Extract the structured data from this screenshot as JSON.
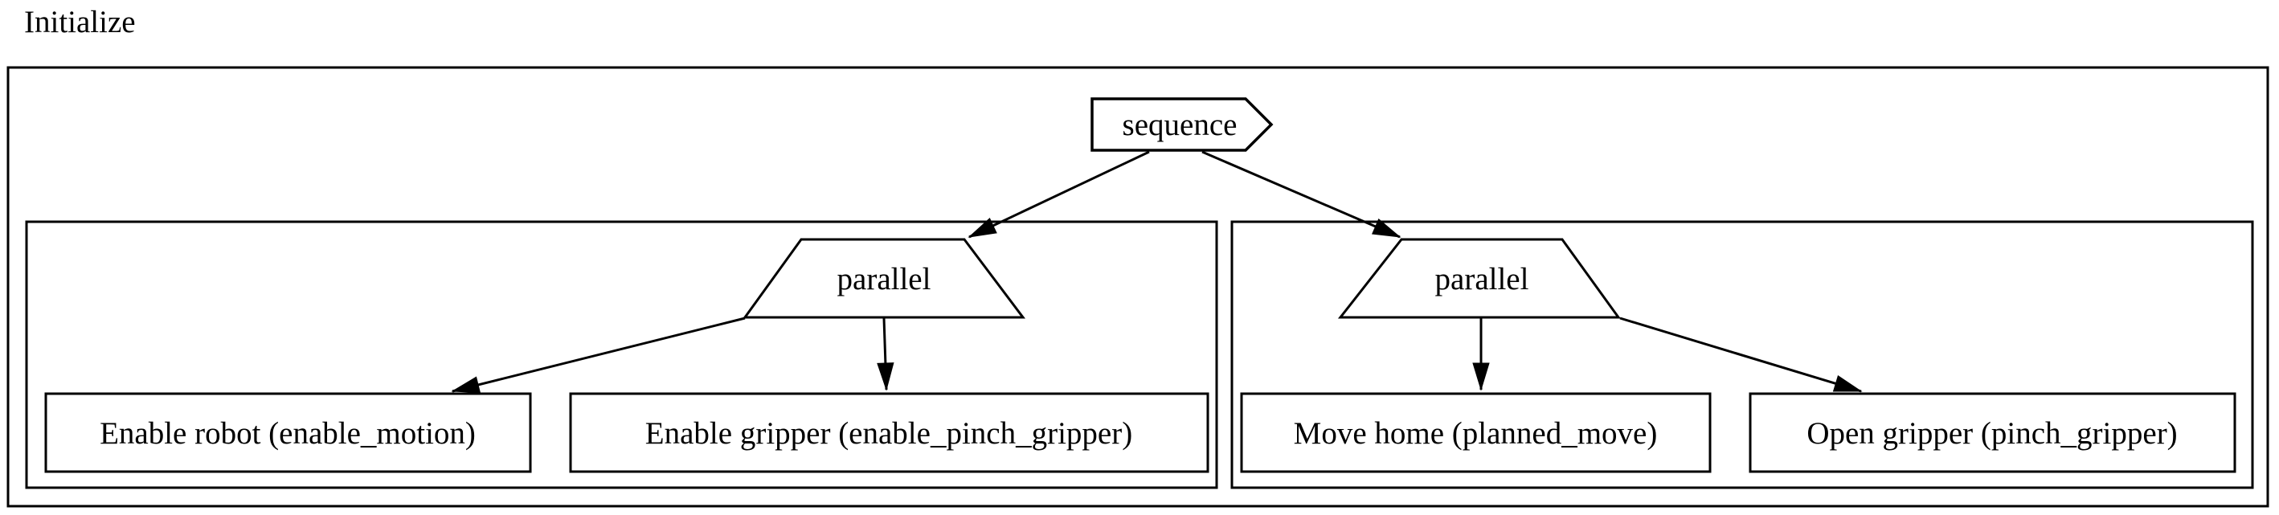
{
  "tree": {
    "title": "Initialize",
    "root_label": "sequence",
    "root_shape": "pointed-box",
    "left": {
      "label": "parallel",
      "shape": "trapezoid",
      "children": [
        "Enable robot (enable_motion)",
        "Enable gripper (enable_pinch_gripper)"
      ]
    },
    "right": {
      "label": "parallel",
      "shape": "trapezoid",
      "children": [
        "Move home (planned_move)",
        "Open gripper (pinch_gripper)"
      ]
    },
    "colors": {
      "stroke": "#000000",
      "node_fill": "#ffffff",
      "background": "#ffffff"
    }
  }
}
